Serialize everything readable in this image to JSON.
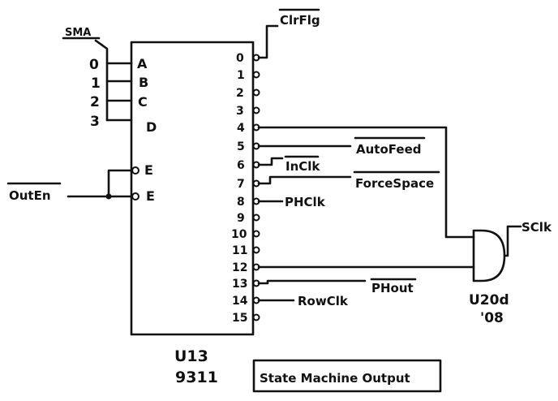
{
  "chip": {
    "ref": "U13",
    "part": "9311",
    "inputs": [
      "A",
      "B",
      "C",
      "D"
    ],
    "enables": [
      "E",
      "E"
    ],
    "outputs": [
      "0",
      "1",
      "2",
      "3",
      "4",
      "5",
      "6",
      "7",
      "8",
      "9",
      "10",
      "11",
      "12",
      "13",
      "14",
      "15"
    ]
  },
  "labels": {
    "sma": "SMA",
    "sma_bits": [
      "0",
      "1",
      "2",
      "3"
    ],
    "out_en": "OutEn",
    "clr_flg": "ClrFlg",
    "auto_feed": "AutoFeed",
    "in_clk": "InClk",
    "force_space": "ForceSpace",
    "ph_clk": "PHClk",
    "ph_out": "PHout",
    "row_clk": "RowClk",
    "s_clk": "SClk"
  },
  "gate": {
    "ref": "U20d",
    "part": "'08"
  },
  "caption": "State Machine Output"
}
